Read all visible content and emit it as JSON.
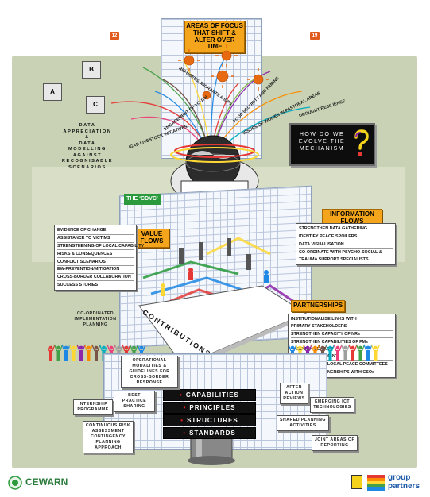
{
  "top": {
    "tag": "AREAS OF FOCUS THAT SHIFT & ALTER OVER TIME",
    "marker_left": "12",
    "marker_right": "19"
  },
  "strands": [
    "IGAD LIVESTOCK INITIATIVES",
    "ENGAGEMENT OF YOUTH",
    "REFUGEES, MIGRANTS & IDPs",
    "FOOD SECURITY AND FAMINE",
    "ISSUES OF WOMEN IN PASTORAL AREAS",
    "DROUGHT RESILIENCE"
  ],
  "scenario": {
    "cards": [
      "A",
      "B",
      "C"
    ],
    "line1": "DATA",
    "line2": "APPRECIATION",
    "line3": "&",
    "line4": "DATA",
    "line5": "MODELLING",
    "line6": "AGAINST",
    "line7": "RECOGNISABLE",
    "line8": "SCENARIOS"
  },
  "evolve": {
    "line1": "HOW DO WE",
    "line2": "EVOLVE THE",
    "line3": "MECHANISM"
  },
  "cdvc": {
    "label": "THE ‘CDVC’"
  },
  "value_flows": {
    "tag": "VALUE FLOWS",
    "items": [
      "EVIDENCE OF CHANGE",
      "ASSISTANCE TO VICTIMS",
      "STRENGTHENING OF LOCAL CAPABILITY",
      "RISKS & CONSEQUENCES",
      "CONFLICT SCENARIOS",
      "EW-PREVENTION/MITIGATION",
      "CROSS-BORDER COLLABORATION",
      "SUCCESS STORIES"
    ]
  },
  "information_flows": {
    "tag": "INFORMATION FLOWS",
    "items": [
      "STRENGTHEN DATA GATHERING",
      "IDENTIFY PEACE SPOILERS",
      "DATA VISUALISATION",
      "CO-ORDINATE WITH PSYCHO-SOCIAL &",
      "TRAUMA SUPPORT SPECIALISTS"
    ]
  },
  "partnerships": {
    "tag": "PARTNERSHIPS",
    "items": [
      "INSTITUTIONALISE LINKS WITH",
      "PRIMARY STAKEHOLDERS",
      "STRENGTHEN CAPACITY OF NRs",
      "STRENGTHEN CAPABILITIES OF FMs",
      "THROUGH CEWARU",
      "YOUTH ENGAGEMENT",
      "CROSS-BORDER LOCAL PEACE COMMITTEES",
      "CONCRETE PARTNERSHIPS WITH CSOs"
    ]
  },
  "contributions": {
    "label": "CONTRIBUTIONS"
  },
  "coordinated": {
    "line1": "CO-ORDINATED",
    "line2": "IMPLEMENTATION",
    "line3": "PLANNING"
  },
  "foundation": {
    "items": [
      "CAPABILITIES",
      "PRINCIPLES",
      "STRUCTURES",
      "STANDARDS"
    ],
    "operational": [
      "OPERATIONAL",
      "MODALITIES &",
      "GUIDELINES FOR",
      "CROSS-BORDER",
      "RESPONSE"
    ],
    "best_practice": [
      "BEST PRACTICE",
      "SHARING"
    ],
    "internship": [
      "INTERNSHIP",
      "PROGRAMME"
    ],
    "continuous_risk": [
      "CONTINUOUS RISK",
      "ASSESSMENT",
      "CONTINGENCY",
      "PLANNING",
      "APPROACH"
    ],
    "after_action": [
      "AFTER",
      "ACTION",
      "REVIEWS"
    ],
    "emerging_ict": [
      "EMERGING ICT",
      "TECHNOLOGIES"
    ],
    "shared_planning": [
      "SHARED PLANNING",
      "ACTIVITIES"
    ],
    "joint_areas": [
      "JOINT AREAS OF",
      "REPORTING"
    ]
  },
  "footer": {
    "left_logo": "CEWARN",
    "right_logo_line1": "group",
    "right_logo_line2": "partners"
  },
  "colors": {
    "accent": "#f4a51c",
    "green": "#2a9a3c",
    "red": "#e02020",
    "panel": "#c9d2b4"
  }
}
